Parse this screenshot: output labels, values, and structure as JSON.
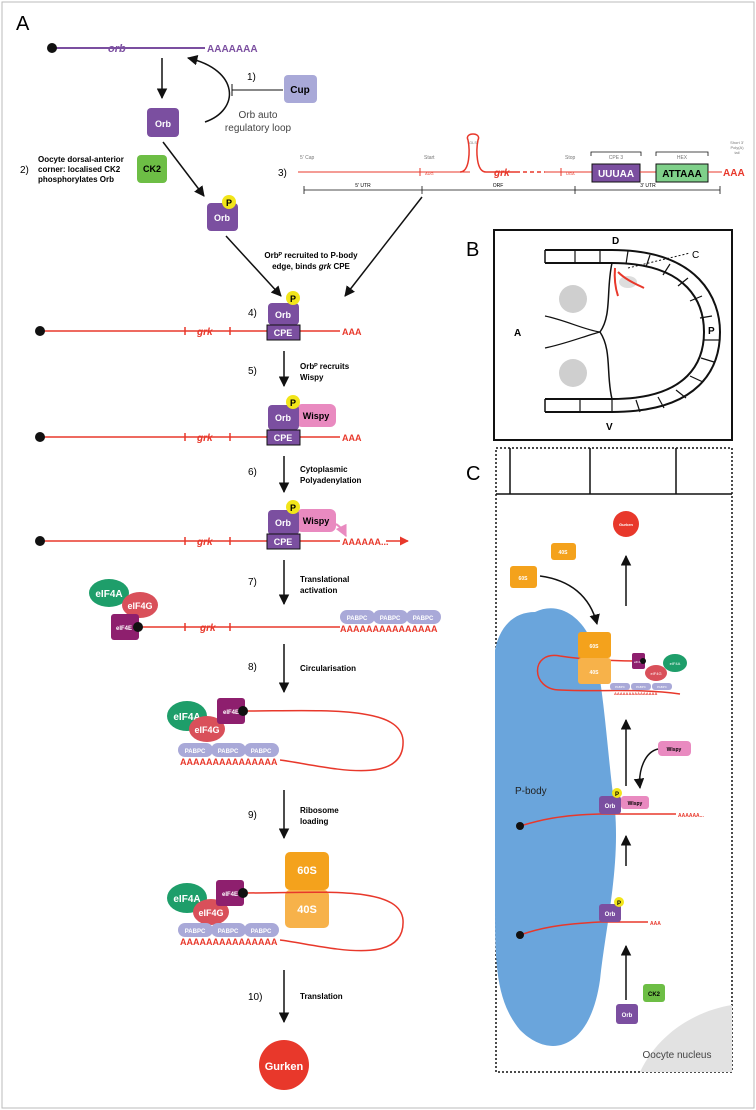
{
  "panels": {
    "a": "A",
    "b": "B",
    "c": "C"
  },
  "colors": {
    "orb": "#7B4FA0",
    "red": "#E8382B",
    "cup": "#A9A9D8",
    "ck2": "#6DBE45",
    "yellow": "#F2E51A",
    "wispy": "#E98AC0",
    "pabpc": "#A9A9D8",
    "eif4a": "#1E9E6A",
    "eif4g": "#D9505A",
    "eif4e": "#8E1F6E",
    "ribosome": "#F4A21C",
    "pbody": "#6AA5DC"
  },
  "steps": {
    "s1": "1)",
    "s2": "2)",
    "s3": "3)",
    "s4": "4)",
    "s5": "5)",
    "s6": "6)",
    "s7": "7)",
    "s8": "8)",
    "s9": "9)",
    "s10": "10)"
  },
  "a": {
    "orb_gene": "orb",
    "poly_a_top": "AAAAAAA",
    "cup": "Cup",
    "orb": "Orb",
    "auto_loop_1": "Orb auto",
    "auto_loop_2": "regulatory loop",
    "ck2": "CK2",
    "step2_l1": "Oocyte dorsal-anterior",
    "step2_l2": "corner: localised CK2",
    "step2_l3": "phosphorylates Orb",
    "p": "P",
    "recruit_l1": "Orbᴾ recruited to P-body",
    "recruit_l2a": "edge, binds ",
    "recruit_l2b": "grk",
    "recruit_l2c": " CPE",
    "grk": "grk",
    "cpe": "CPE",
    "aaa": "AAA",
    "s5_l1": "Orbᴾ recruits",
    "s5_l2": "Wispy",
    "wispy": "Wispy",
    "s6_l1": "Cytoplasmic",
    "s6_l2": "Polyadenylation",
    "poly_grow": "AAAAAA...",
    "s7_l1": "Translational",
    "s7_l2": "activation",
    "eif4a": "eIF4A",
    "eif4g": "eIF4G",
    "eif4e": "eIF4E",
    "pabpc": "PABPC",
    "poly_long": "AAAAAAAAAAAAAAA",
    "s8": "Circularisation",
    "s9_l1": "Ribosome",
    "s9_l2": "loading",
    "r60": "60S",
    "r40": "40S",
    "s10": "Translation",
    "gurken": "Gurken"
  },
  "gene": {
    "cap": "5' Cap",
    "start": "Start",
    "aug": "AUG",
    "gls": "GLS",
    "grk": "grk",
    "stop": "Stop",
    "uga": "UGA",
    "cpe_label": "CPE 3",
    "cpe_seq": "UUUAA",
    "hex_label": "HEX",
    "hex_seq": "ATTAAA",
    "short_l1": "Short 3'",
    "short_l2": "Poly(A)",
    "short_l3": "tail",
    "aaa": "AAA",
    "utr5": "5' UTR",
    "orf": "ORF",
    "utr3": "3' UTR"
  },
  "b": {
    "d": "D",
    "c": "C",
    "a": "A",
    "p": "P",
    "v": "V"
  },
  "c": {
    "gurken": "Gurken",
    "r40": "40S",
    "r60": "60S",
    "eif4e": "eIF4E",
    "eif4a": "eIF4A",
    "eif4g": "eIF4G",
    "pabpc": "PABPC",
    "poly": "AAAAAAAAAAAAAAA",
    "wispy": "Wispy",
    "pbody": "P-body",
    "orb": "Orb",
    "p": "P",
    "poly_grow": "AAAAAA...",
    "aaa": "AAA",
    "ck2": "CK2",
    "nucleus": "Oocyte nucleus"
  }
}
